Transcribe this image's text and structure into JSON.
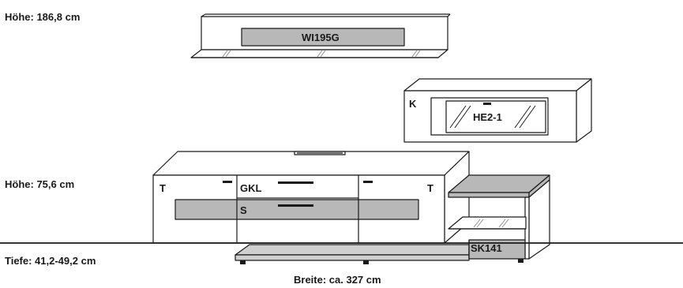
{
  "dimensions": {
    "height_top": "Höhe:  186,8 cm",
    "height_bottom": "Höhe: 75,6 cm",
    "depth": "Tiefe: 41,2-49,2 cm",
    "width": "Breite: ca. 327 cm"
  },
  "units": {
    "wall_shelf": "WI195G",
    "hanging_cabinet_code": "HE2-1",
    "hanging_cabinet_letter": "K",
    "lowboard_center": "GKL",
    "lowboard_drawer": "S",
    "lowboard_left": "T",
    "lowboard_right": "T",
    "side_shelf": "SK141"
  },
  "colors": {
    "line": "#1a1a1a",
    "gray_panel": "#b8b8b8",
    "light_gray": "#cfcfcf",
    "white": "#ffffff"
  }
}
